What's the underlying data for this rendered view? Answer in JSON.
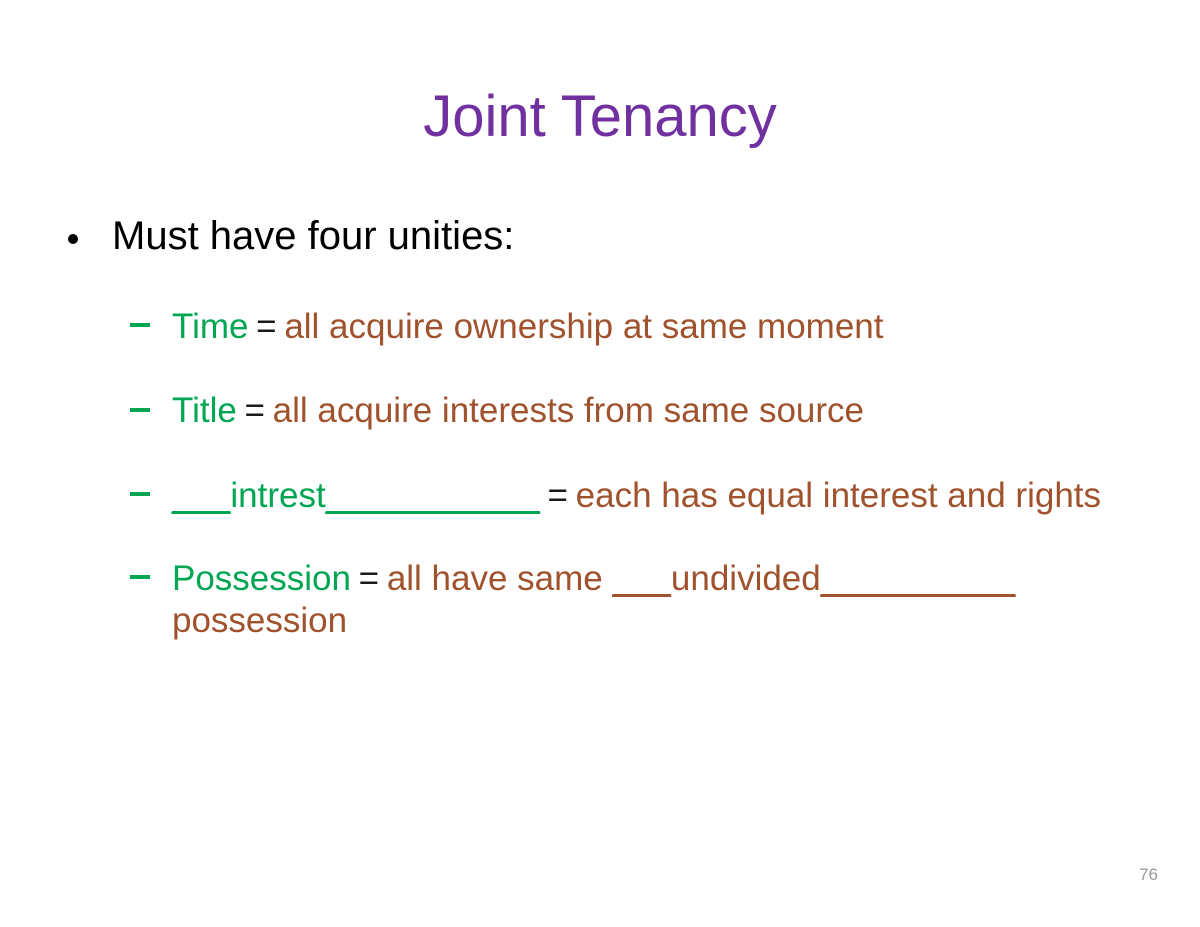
{
  "slide": {
    "title": "Joint Tenancy",
    "page_number": "76",
    "colors": {
      "title_purple": "#7030A0",
      "term_green": "#00A651",
      "definition_brown": "#A0522D",
      "equals_black": "#1A1A1A",
      "page_number_gray": "#9A9A9A",
      "background": "#FFFFFF"
    },
    "bullets": [
      {
        "level": 1,
        "marker": "bullet-dot",
        "text": "Must have four unities:"
      },
      {
        "level": 2,
        "marker": "bullet-dash",
        "term": "Time",
        "equals": "=",
        "definition": "all acquire ownership at same moment"
      },
      {
        "level": 2,
        "marker": "bullet-dash",
        "term": "Title",
        "equals": "=",
        "definition": "all acquire interests from same source"
      },
      {
        "level": 2,
        "marker": "bullet-dash",
        "term_blank_lead": "___",
        "term": "intrest",
        "term_blank_trail": "___________",
        "equals": "=",
        "definition": "each has equal interest and rights"
      },
      {
        "level": 2,
        "marker": "bullet-dash",
        "term": "Possession",
        "equals": "=",
        "definition_lead": "all have same ",
        "definition_blank_lead": "___",
        "definition_fill": "undivided",
        "definition_blank_trail": "__________",
        "definition_trail": " possession"
      }
    ]
  }
}
